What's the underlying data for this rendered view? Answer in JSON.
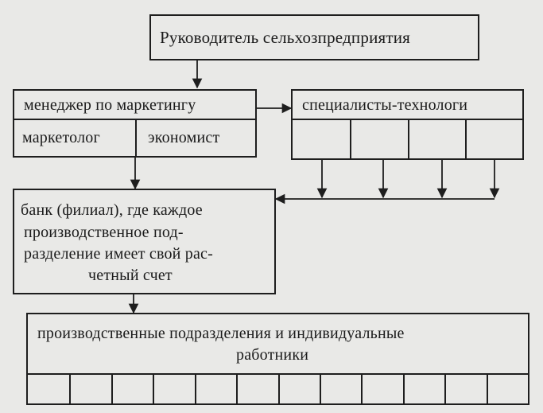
{
  "nodes": {
    "head": "Руководитель сельхозпредприятия",
    "manager": "менеджер по маркетингу",
    "marketer": "маркетолог",
    "economist": "экономист",
    "specialists": "специалисты-технологи",
    "bank": {
      "line1": "банк (филиал), где каждое",
      "line2": "производственное под-",
      "line3": "разделение имеет свой рас-",
      "line4": "четный счет"
    },
    "units": {
      "line1": "производственные подразделения и индивидуальные",
      "line2": "работники"
    }
  },
  "specialist_cell_count": 4,
  "unit_cell_count": 12
}
